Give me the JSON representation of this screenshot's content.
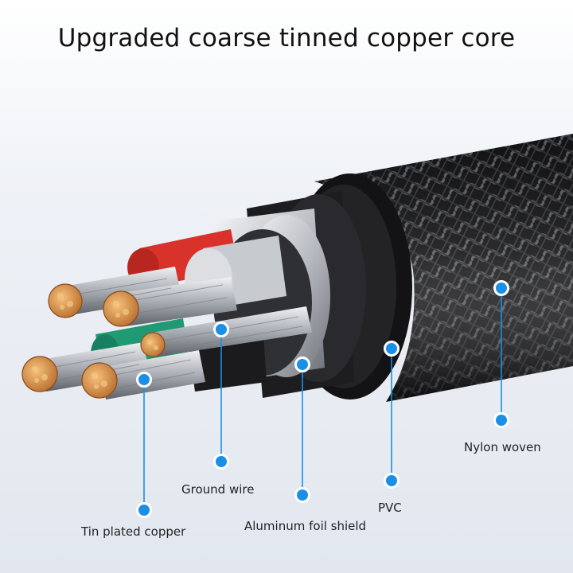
{
  "title": "Upgraded coarse tinned copper core",
  "labels": {
    "nylon": "Nylon woven",
    "pvc": "PVC",
    "foil": "Aluminum foil shield",
    "ground": "Ground wire",
    "tin": "Tin plated copper"
  },
  "colors": {
    "callout": "#1a8fe6",
    "braid": "#1c1c1e",
    "copper": "#d88a3a",
    "red_insulation": "#d8322a",
    "green_insulation": "#1f9a72"
  }
}
